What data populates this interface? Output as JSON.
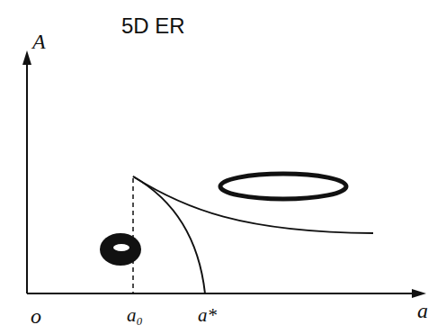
{
  "diagram": {
    "title": "5D ER",
    "labels": [
      "A",
      "a",
      "o",
      "a₀",
      "a*"
    ]
  }
}
